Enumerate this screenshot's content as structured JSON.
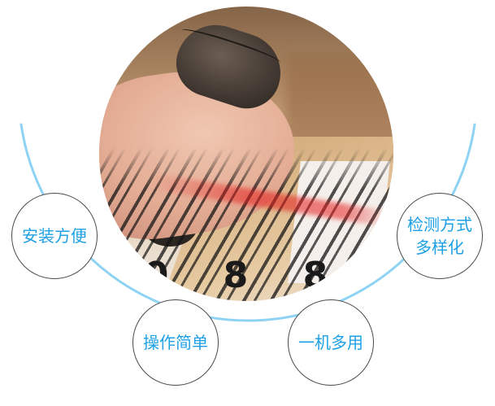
{
  "photo": {
    "subject": "hand holding barcode scanner over barcode label",
    "barcode_digits": "0 8 8"
  },
  "features": [
    {
      "id": "easy-install",
      "label": "安装方便"
    },
    {
      "id": "multi-detection",
      "label": "检测方式\n多样化"
    },
    {
      "id": "easy-operation",
      "label": "操作简单"
    },
    {
      "id": "multi-purpose",
      "label": "一机多用"
    }
  ],
  "colors": {
    "feature_text": "#1ea0e6",
    "arc": "#8fd3f4",
    "bubble_border": "#4a4a4a",
    "background": "#ffffff"
  }
}
